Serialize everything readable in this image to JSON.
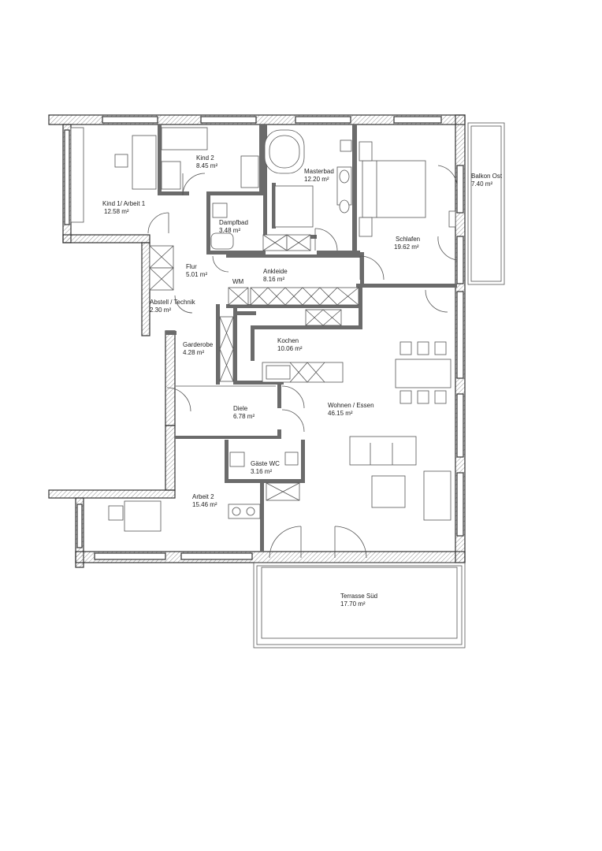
{
  "rooms": [
    {
      "id": "kind1",
      "name": "Kind 1/ Arbeit 1",
      "area": "12.58 m²"
    },
    {
      "id": "kind2",
      "name": "Kind 2",
      "area": "8.45 m²"
    },
    {
      "id": "masterbad",
      "name": "Masterbad",
      "area": "12.20 m²"
    },
    {
      "id": "balkon",
      "name": "Balkon Ost",
      "area": "7.40 m²"
    },
    {
      "id": "dampfbad",
      "name": "Dampfbad",
      "area": "3.48 m²"
    },
    {
      "id": "schlafen",
      "name": "Schlafen",
      "area": "19.62 m²"
    },
    {
      "id": "flur",
      "name": "Flur",
      "area": "5.01 m²"
    },
    {
      "id": "ankleide",
      "name": "Ankleide",
      "area": "8.16 m²"
    },
    {
      "id": "abstell",
      "name": "Abstell / Technik",
      "area": "2.30 m²"
    },
    {
      "id": "garderobe",
      "name": "Garderobe",
      "area": "4.28 m²"
    },
    {
      "id": "kochen",
      "name": "Kochen",
      "area": "10.06 m²"
    },
    {
      "id": "diele",
      "name": "Diele",
      "area": "6.78 m²"
    },
    {
      "id": "wohnen",
      "name": "Wohnen / Essen",
      "area": "46.15 m²"
    },
    {
      "id": "gaeste",
      "name": "Gäste WC",
      "area": "3.16 m²"
    },
    {
      "id": "arbeit2",
      "name": "Arbeit 2",
      "area": "15.46 m²"
    },
    {
      "id": "terrasse",
      "name": "Terrasse Süd",
      "area": "17.70 m²"
    }
  ],
  "labels": {
    "wm": "WM"
  }
}
